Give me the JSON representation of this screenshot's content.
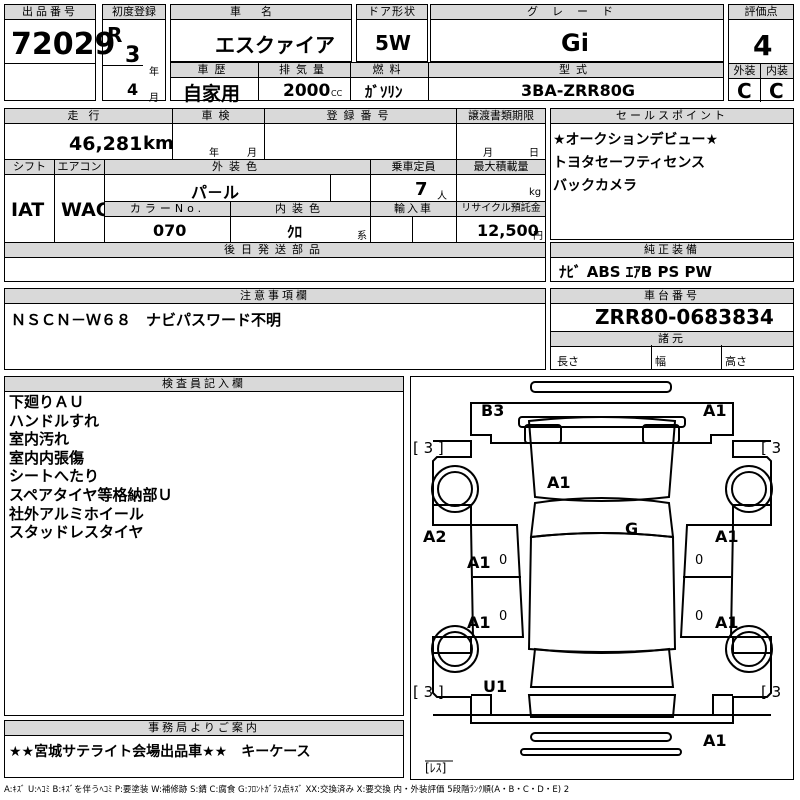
{
  "header": {
    "lot_label": "出品番号",
    "lot_number": "72029",
    "reg_label": "初度登録",
    "era": "R",
    "reg_year": "3",
    "year_unit": "年",
    "reg_month": "4",
    "month_unit": "月",
    "name_label": "車名",
    "car_name": "エスクァイア",
    "history_label": "車歴",
    "history": "自家用",
    "displacement_label": "排気量",
    "displacement": "2000",
    "cc_unit": "CC",
    "door_label": "ドア形状",
    "door": "5W",
    "fuel_label": "燃料",
    "fuel": "ｶﾞｿﾘﾝ",
    "grade_label": "グレード",
    "grade": "Gi",
    "model_label": "型式",
    "model_code": "3BA-ZRR80G",
    "score_label": "評価点",
    "score": "4",
    "ext_label": "外装",
    "ext_grade": "C",
    "int_label": "内装",
    "int_grade": "C"
  },
  "details": {
    "mileage_label": "走行",
    "mileage": "46,281",
    "km_unit": "km",
    "inspection_label": "車検",
    "insp_year_unit": "年",
    "insp_month_unit": "月",
    "reg_no_label": "登録番号",
    "transfer_label": "譲渡書類期限",
    "transfer_month_unit": "月",
    "transfer_day_unit": "日",
    "shift_label": "シフト",
    "shift": "IAT",
    "ac_label": "エアコン",
    "ac": "WAC",
    "exterior_color_label": "外装色",
    "exterior_color": "パ－ル",
    "capacity_label": "乗車定員",
    "capacity": "7",
    "capacity_unit": "人",
    "load_label": "最大積載量",
    "load_unit": "kg",
    "color_no_label": "カラーNo.",
    "color_no": "070",
    "interior_color_label": "内装色",
    "interior_color": "ｸﾛ",
    "interior_unit": "系",
    "import_label": "輸入車",
    "recycle_label": "リサイクル預託金",
    "recycle": "12,500",
    "yen_unit": "円",
    "later_parts_label": "後日発送部品"
  },
  "sales_points": {
    "label": "セールスポイント",
    "items": [
      "★オークションデビュー★",
      "トヨタセーフティセンス",
      "バックカメラ"
    ]
  },
  "equipment": {
    "label": "純正装備",
    "value": "ﾅﾋﾞ ABS ｴｱB PS PW"
  },
  "notes": {
    "label": "注意事項欄",
    "text": "ＮＳＣＮ－Ｗ６８　ナビパスワード不明"
  },
  "chassis": {
    "label": "車台番号",
    "value": "ZRR80-0683834"
  },
  "dimensions": {
    "label": "諸元",
    "length": "長さ",
    "width": "幅",
    "height": "高さ"
  },
  "inspector": {
    "label": "検査員記入欄",
    "lines": [
      "下廻りＡＵ",
      "ハンドルすれ",
      "室内汚れ",
      "室内内張傷",
      "シートへたり",
      "スペアタイヤ等格納部Ｕ",
      "社外アルミホイール",
      "スタッドレスタイヤ"
    ]
  },
  "diagram": {
    "marks": {
      "b3": "B3",
      "a1_tr": "A1",
      "a1_hood": "A1",
      "g": "G",
      "a2": "A2",
      "a1_l1": "A1",
      "a1_r1": "A1",
      "a1_l2": "A1",
      "a1_r2": "A1",
      "u1": "U1",
      "a1_bottom": "A1"
    },
    "tread": {
      "fl": "[ 3 ]",
      "fr": "[ 3",
      "rl": "[ 3 ]",
      "rr": "[ 3"
    },
    "spare": "[ﾚｽ]",
    "zero": "0"
  },
  "office": {
    "label": "事務局よりご案内",
    "text": "★★宮城サテライト会場出品車★★　キーケース"
  },
  "legend": "A:ｷｽﾞ U:ﾍｺﾐ B:ｷｽﾞを伴うﾍｺﾐ P:要塗装 W:補修跡 S:錆 C:腐食 G:ﾌﾛﾝﾄｶﾞﾗｽ点ｷｽﾞ XX:交換済み X:要交換 内・外装評価 5段階ﾗﾝｸ順(A・B・C・D・E) 2"
}
